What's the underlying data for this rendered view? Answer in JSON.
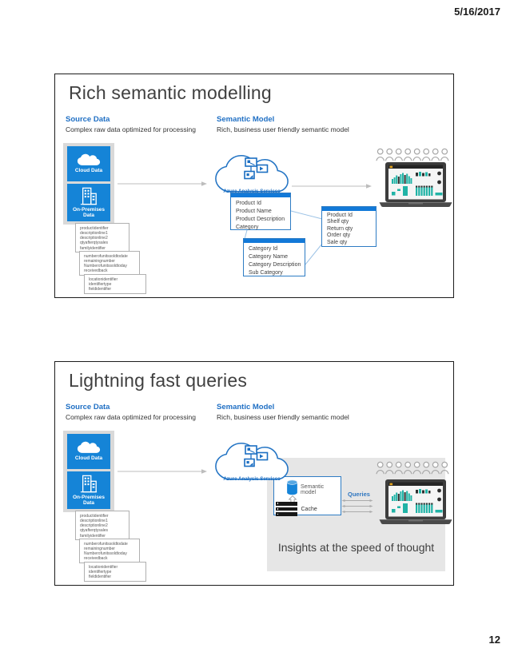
{
  "page": {
    "date": "5/16/2017",
    "number": "12"
  },
  "shared": {
    "source": {
      "heading": "Source Data",
      "subheading": "Complex raw data optimized for processing"
    },
    "model": {
      "heading": "Semantic Model",
      "subheading": "Rich, business user friendly semantic model"
    },
    "cloud_box_label": "Cloud Data",
    "onprem_box_label": "On-Premises Data",
    "azure_label": "Azure Analysis Services",
    "list1": [
      "productidentifier",
      "descriptionline1",
      "descriptionline2",
      "qtyafterqtysales",
      "familyidentifier"
    ],
    "list2": [
      "numberofunitssoldtodate",
      "remainingnumber",
      "Numberofunitssoldtoday",
      "receivedback"
    ],
    "list3": [
      "locationidentifier",
      "identifiertype",
      "fieldidentifier"
    ]
  },
  "slide1": {
    "title": "Rich semantic modelling",
    "entities": {
      "product": [
        "Product Id",
        "Product Name",
        "Product Description",
        "Category"
      ],
      "category": [
        "Category Id",
        "Category Name",
        "Category Description",
        "Sub Category"
      ],
      "qty": [
        "Product Id",
        "Shelf qty",
        "Return qty",
        "Order qty",
        "Sale qty"
      ]
    }
  },
  "slide2": {
    "title": "Lightning fast queries",
    "semantic_model_label": "Semantic model",
    "cache_label": "Cache",
    "queries_label": "Queries",
    "insight": "Insights at the speed of thought"
  },
  "colors": {
    "heading_blue": "#1f6fc4",
    "box_blue": "#1584d7",
    "entity_header_blue": "#1279d8",
    "cloud_outline_blue": "#2374c4",
    "panel_gray": "#d9d9d9",
    "canvas_gray": "#e6e6e6",
    "chart_teal": "#21b3a6"
  }
}
